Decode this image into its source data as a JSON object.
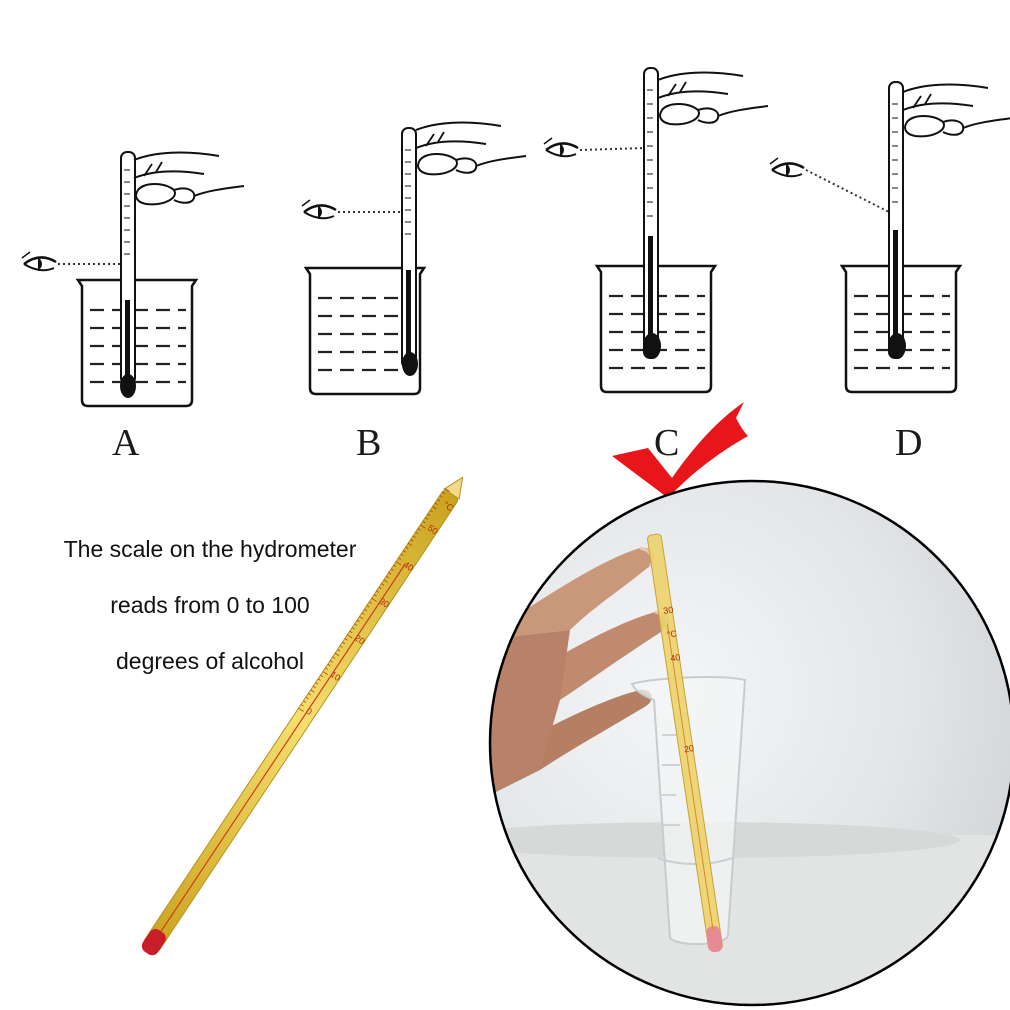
{
  "diagram": {
    "options": [
      {
        "letter": "A"
      },
      {
        "letter": "B"
      },
      {
        "letter": "C"
      },
      {
        "letter": "D"
      }
    ],
    "correct_option": "C",
    "check_color": "#e8161b"
  },
  "caption": {
    "line1": "The scale on the hydrometer",
    "line2": "reads from 0 to 100",
    "line3": "degrees of alcohol"
  },
  "hydrometer": {
    "scale_labels": [
      "0",
      "10",
      "20",
      "30",
      "40",
      "50"
    ],
    "unit": "°C",
    "body_color": "#e6c43c",
    "bulb_color": "#c81e2a"
  },
  "photo": {
    "scale_labels": [
      "30",
      "40",
      "20"
    ],
    "unit": "°C"
  }
}
